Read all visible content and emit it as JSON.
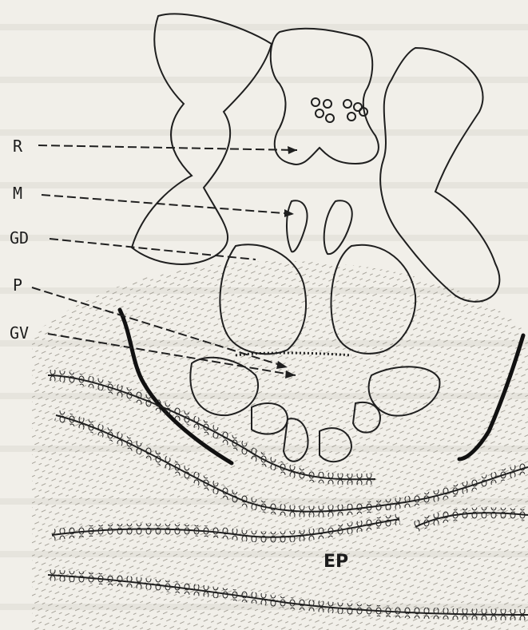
{
  "figure": {
    "labels": {
      "R": "R",
      "M": "M",
      "GD": "GD",
      "P": "P",
      "GV": "GV",
      "EP": "EP"
    }
  },
  "colors": {
    "paper": "#f1efe9",
    "ink": "#1f1f1f",
    "stipple": "#8c8a83"
  }
}
